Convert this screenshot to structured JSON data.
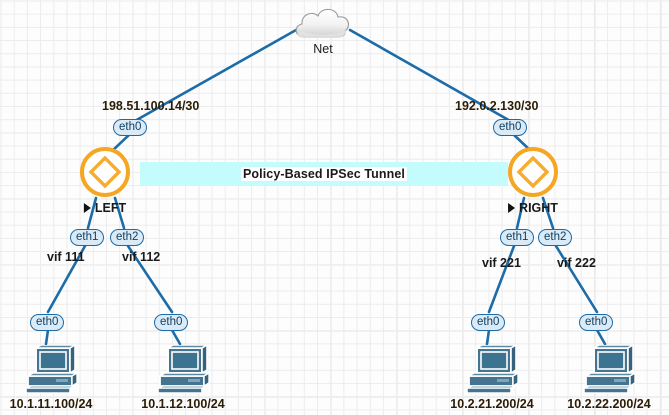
{
  "diagram": {
    "title": "Policy-Based IPSec Tunnel network topology",
    "colors": {
      "link": "#1b6ca8",
      "router_ring": "#f5a623",
      "tunnel_fill": "#c4fbfc",
      "host_body": "#3c7390",
      "badge_fill": "#dbeaf7",
      "badge_border": "#1d6ba4",
      "grid_minor": "#ececed",
      "grid_major": "#e2e2e4"
    },
    "tunnel": {
      "label": "Policy-Based IPSec Tunnel"
    },
    "cloud": {
      "label": "Net",
      "icon": "cloud-icon"
    },
    "routers": [
      {
        "id": "left",
        "label": "LEFT",
        "icon": "router-icon",
        "marker": "play-triangle-icon"
      },
      {
        "id": "right",
        "label": "RIGHT",
        "icon": "router-icon",
        "marker": "play-triangle-icon"
      }
    ],
    "wan_addresses": [
      {
        "id": "left-wan",
        "text": "198.51.100.14/30"
      },
      {
        "id": "right-wan",
        "text": "192.0.2.130/30"
      }
    ],
    "interfaces": [
      {
        "id": "left-wan-eth0",
        "label": "eth0"
      },
      {
        "id": "right-wan-eth0",
        "label": "eth0"
      },
      {
        "id": "left-eth1",
        "label": "eth1"
      },
      {
        "id": "left-eth2",
        "label": "eth2"
      },
      {
        "id": "right-eth1",
        "label": "eth1"
      },
      {
        "id": "right-eth2",
        "label": "eth2"
      },
      {
        "id": "host1-eth0",
        "label": "eth0"
      },
      {
        "id": "host2-eth0",
        "label": "eth0"
      },
      {
        "id": "host3-eth0",
        "label": "eth0"
      },
      {
        "id": "host4-eth0",
        "label": "eth0"
      }
    ],
    "vifs": [
      {
        "id": "vif111",
        "label": "vif 111"
      },
      {
        "id": "vif112",
        "label": "vif 112"
      },
      {
        "id": "vif221",
        "label": "vif 221"
      },
      {
        "id": "vif222",
        "label": "vif 222"
      }
    ],
    "hosts": [
      {
        "id": "host1",
        "label": "10.1.11.100/24",
        "icon": "desktop-computer-icon"
      },
      {
        "id": "host2",
        "label": "10.1.12.100/24",
        "icon": "desktop-computer-icon"
      },
      {
        "id": "host3",
        "label": "10.2.21.200/24",
        "icon": "desktop-computer-icon"
      },
      {
        "id": "host4",
        "label": "10.2.22.200/24",
        "icon": "desktop-computer-icon"
      }
    ]
  }
}
